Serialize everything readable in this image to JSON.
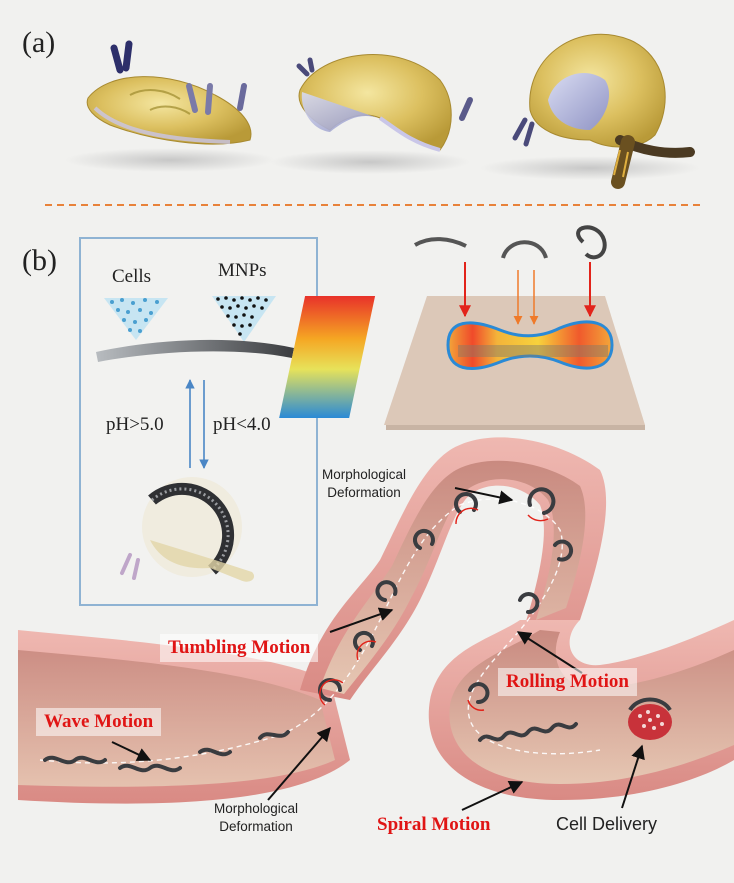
{
  "panels": {
    "a": "(a)",
    "b": "(b)"
  },
  "inset": {
    "cells": "Cells",
    "mnps": "MNPs",
    "ph_high": "pH>5.0",
    "ph_low": "pH<4.0"
  },
  "annotations": {
    "morph_top": [
      "Morphological",
      "Deformation"
    ],
    "morph_bottom": [
      "Morphological",
      "Deformation"
    ],
    "tumbling": "Tumbling Motion",
    "rolling": "Rolling Motion",
    "wave": "Wave Motion",
    "spiral": "Spiral Motion",
    "cell_delivery": "Cell Delivery"
  },
  "colors": {
    "accent_red": "#e01515",
    "divider_orange": "#e8823a",
    "inset_border": "#8fb3d3",
    "tissue_pink": "#e7a6a0"
  }
}
